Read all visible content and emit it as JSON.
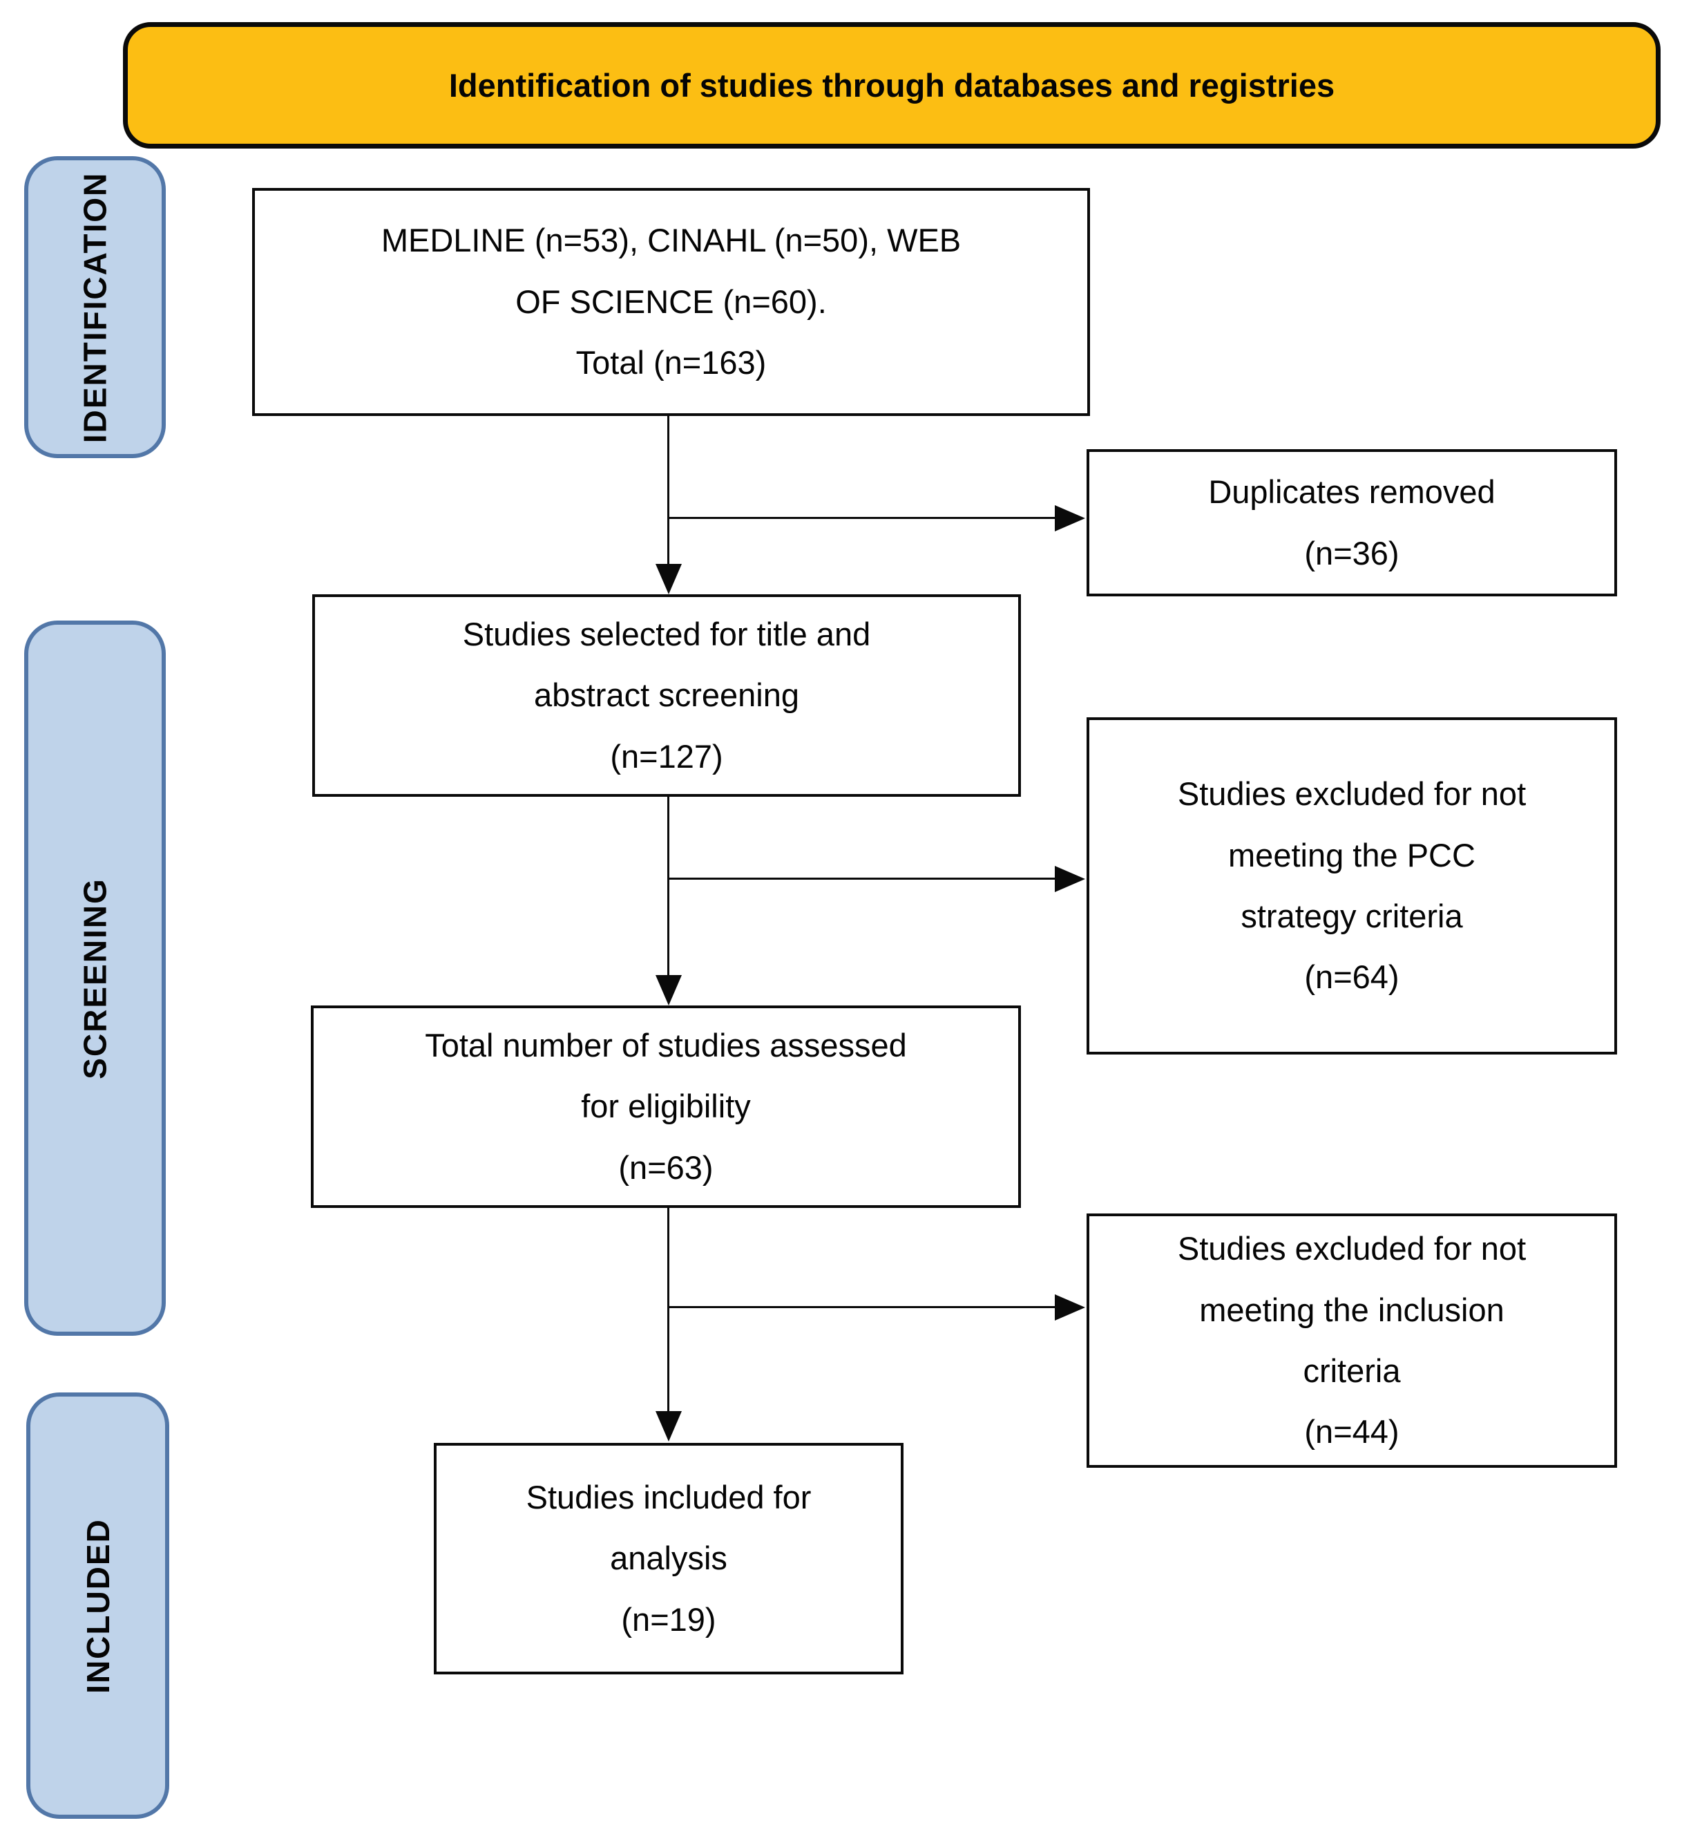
{
  "title_banner": {
    "label": "Identification of studies through databases and registries"
  },
  "stage_labels": [
    {
      "id": "identification",
      "label": "IDENTIFICATION"
    },
    {
      "id": "screening",
      "label": "SCREENING"
    },
    {
      "id": "included",
      "label": "INCLUDED"
    }
  ],
  "boxes": {
    "databases": {
      "text": "MEDLINE (n=53), CINAHL (n=50), WEB\nOF SCIENCE (n=60).\nTotal (n=163)"
    },
    "duplicates_removed": {
      "text": "Duplicates removed\n(n=36)"
    },
    "title_abstract_screening": {
      "text": "Studies selected for title and\nabstract screening\n(n=127)"
    },
    "excluded_pcc": {
      "text": "Studies excluded for not\nmeeting the PCC\nstrategy criteria\n(n=64)"
    },
    "assessed_eligibility": {
      "text": "Total number of studies assessed\nfor eligibility\n(n=63)"
    },
    "excluded_inclusion": {
      "text": "Studies excluded for not\nmeeting the inclusion\ncriteria\n(n=44)"
    },
    "included_analysis": {
      "text": "Studies included for\nanalysis\n(n=19)"
    }
  },
  "colors": {
    "banner_fill": "#FCBE13",
    "stage_fill": "#BFD3EA",
    "stage_border": "#5277A8",
    "box_fill": "#FFFFFF",
    "box_border": "#000000",
    "arrow": "#000000",
    "text": "#000000"
  }
}
